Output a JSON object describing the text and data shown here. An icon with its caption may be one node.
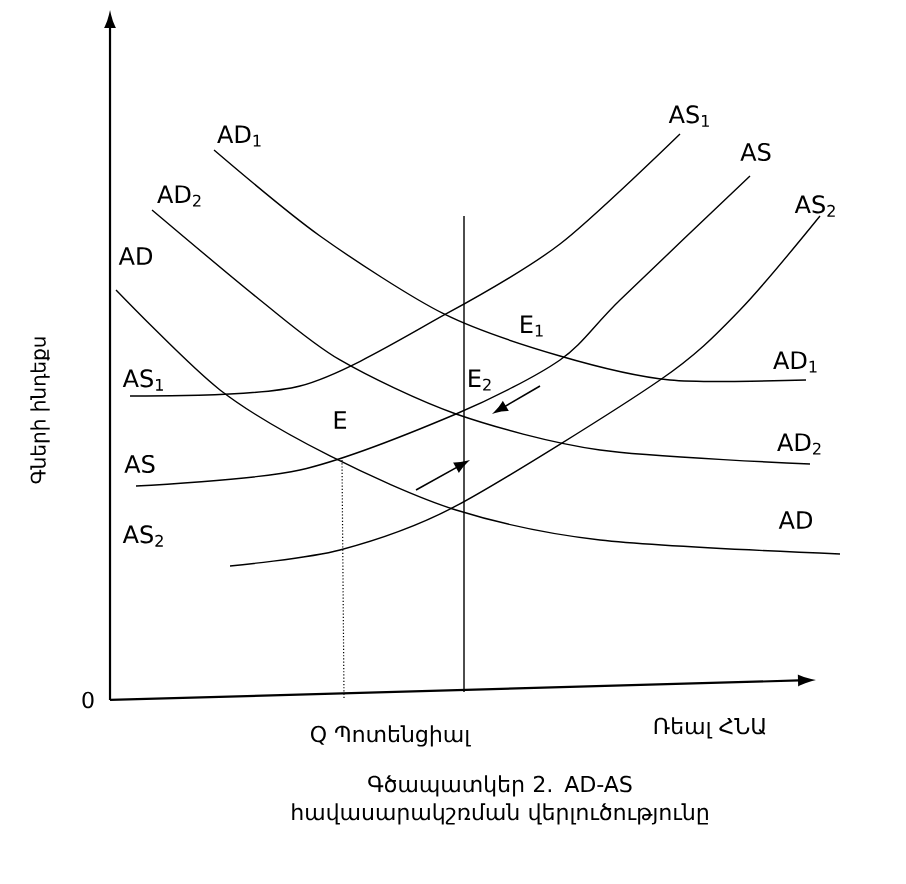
{
  "diagram": {
    "caption": "Գծապատկեր 2. AD-AS հավասարակշռման վերլուծությունը",
    "labels": [
      "AD$_{1}$",
      "AS$_{1}$",
      "AS",
      "AD$_{2}$",
      "AS$_{2}$",
      "AD",
      "E$_{1}$",
      "AS$_{1}$",
      "AD$_{1}$",
      "E$_{2}$",
      "AD$_{2}$",
      "E",
      "AS",
      "AS$_{2}$",
      "AD",
      "0",
      "Q Պոտենցիալ",
      "Ռեալ ՀՆԱ",
      "Գների ինդեքս"
    ]
  }
}
